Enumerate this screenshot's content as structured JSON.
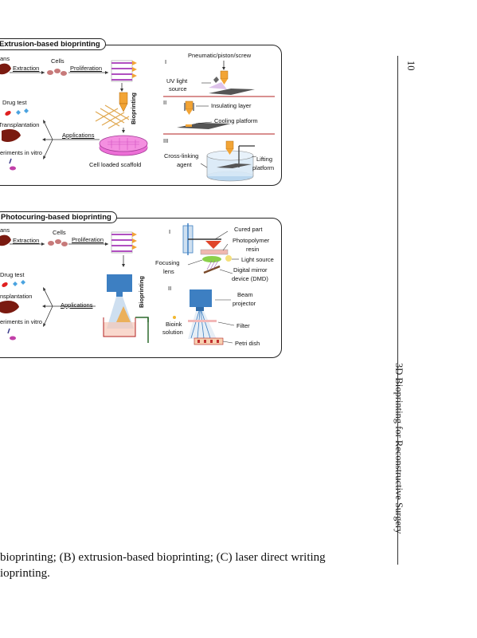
{
  "page_number": "10",
  "running_head": "3D Bioprinting for Reconstructive Surgery",
  "caption_lines": [
    "bioprinting; (B) extrusion-based bioprinting; (C) laser direct writing",
    "ioprinting."
  ],
  "panel_b": {
    "title": "Extrusion-based bioprinting",
    "organs": "ans",
    "extraction": "Extraction",
    "cells": "Cells",
    "proliferation": "Proliferation",
    "bioprinting": "Bioprinting",
    "drug_test": "Drug test",
    "transplantation": "Transplantation",
    "applications": "Applications",
    "experiments": "eriments in vitro",
    "scaffold": "Cell loaded scaffold",
    "roman_1": "I",
    "roman_2": "II",
    "roman_3": "III",
    "pneumatic": "Pneumatic/piston/screw",
    "uv_light": "UV light",
    "source": "source",
    "insulating": "Insulating layer",
    "cooling": "Cooling platform",
    "crosslinking": "Cross-linking",
    "agent": "agent",
    "lifting": "Lifting",
    "platform": "platform"
  },
  "panel_c": {
    "title": "Photocuring-based bioprinting",
    "organs": "ans",
    "extraction": "Extraction",
    "cells": "Cells",
    "proliferation": "Proliferation",
    "bioprinting": "Bioprinting",
    "drug_test": "Drug test",
    "transplantation": "nsplantation",
    "applications": "Applications",
    "experiments": "eriments in vitro",
    "roman_1": "I",
    "roman_2": "II",
    "cured_part": "Cured part",
    "photopolymer": "Photopolymer",
    "resin": "resin",
    "light_source": "Light source",
    "focusing": "Focusing",
    "lens": "lens",
    "dmd_1": "Digital mirror",
    "dmd_2": "device (DMD)",
    "beam": "Beam",
    "projector": "projector",
    "bioink": "Bioink",
    "solution": "solution",
    "filter": "Filter",
    "petri": "Petri dish"
  },
  "colors": {
    "organ": "#7a1a10",
    "cell": "#c77a7a",
    "stack_purple": "#b04fc0",
    "scaffold_pink": "#ec6fd6",
    "nozzle_orange": "#f2a435",
    "projector_blue": "#3d7fc2",
    "red_line": "#b32020"
  }
}
